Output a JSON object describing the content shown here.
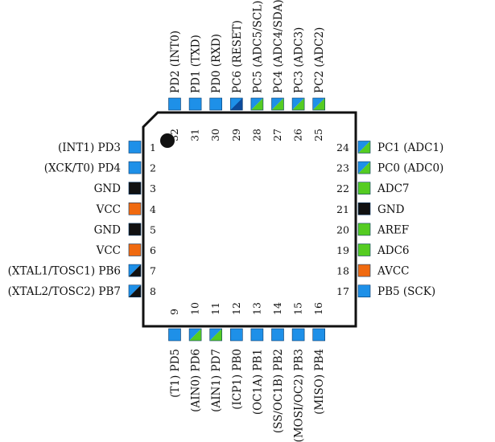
{
  "colors": {
    "digital": "#1e90e8",
    "analog": "#55cc22",
    "power": "#f06a10",
    "ground": "#111111",
    "dark": "#0d4a9a",
    "outline": "#111111"
  },
  "pins": [
    {
      "num": "1",
      "label": "(INT1) PD3",
      "type": "digital"
    },
    {
      "num": "2",
      "label": "(XCK/T0) PD4",
      "type": "digital"
    },
    {
      "num": "3",
      "label": "GND",
      "type": "ground"
    },
    {
      "num": "4",
      "label": "VCC",
      "type": "power"
    },
    {
      "num": "5",
      "label": "GND",
      "type": "ground"
    },
    {
      "num": "6",
      "label": "VCC",
      "type": "power"
    },
    {
      "num": "7",
      "label": "(XTAL1/TOSC1) PB6",
      "type": "digital-black"
    },
    {
      "num": "8",
      "label": "(XTAL2/TOSC2) PB7",
      "type": "digital-black"
    },
    {
      "num": "9",
      "label": "(T1) PD5",
      "type": "digital"
    },
    {
      "num": "10",
      "label": "(AIN0) PD6",
      "type": "digital-analog"
    },
    {
      "num": "11",
      "label": "(AIN1) PD7",
      "type": "digital-analog"
    },
    {
      "num": "12",
      "label": "(ICP1) PB0",
      "type": "digital"
    },
    {
      "num": "13",
      "label": "(OC1A) PB1",
      "type": "digital"
    },
    {
      "num": "14",
      "label": "(SS/OC1B) PB2",
      "type": "digital"
    },
    {
      "num": "15",
      "label": "(MOSI/OC2) PB3",
      "type": "digital"
    },
    {
      "num": "16",
      "label": "(MISO) PB4",
      "type": "digital"
    },
    {
      "num": "17",
      "label": "PB5 (SCK)",
      "type": "digital"
    },
    {
      "num": "18",
      "label": "AVCC",
      "type": "power"
    },
    {
      "num": "19",
      "label": "ADC6",
      "type": "analog"
    },
    {
      "num": "20",
      "label": "AREF",
      "type": "analog"
    },
    {
      "num": "21",
      "label": "GND",
      "type": "ground"
    },
    {
      "num": "22",
      "label": "ADC7",
      "type": "analog"
    },
    {
      "num": "23",
      "label": "PC0 (ADC0)",
      "type": "digital-analog"
    },
    {
      "num": "24",
      "label": "PC1 (ADC1)",
      "type": "digital-analog"
    },
    {
      "num": "25",
      "label": "PC2 (ADC2)",
      "type": "digital-analog"
    },
    {
      "num": "26",
      "label": "PC3 (ADC3)",
      "type": "digital-analog"
    },
    {
      "num": "27",
      "label": "PC4 (ADC4/SDA)",
      "type": "digital-analog"
    },
    {
      "num": "28",
      "label": "PC5 (ADC5/SCL)",
      "type": "digital-analog"
    },
    {
      "num": "29",
      "label": "PC6 (RESET)",
      "type": "digital-dark"
    },
    {
      "num": "30",
      "label": "PD0 (RXD)",
      "type": "digital"
    },
    {
      "num": "31",
      "label": "PD1 (TXD)",
      "type": "digital"
    },
    {
      "num": "32",
      "label": "PD2 (INT0)",
      "type": "digital"
    }
  ]
}
